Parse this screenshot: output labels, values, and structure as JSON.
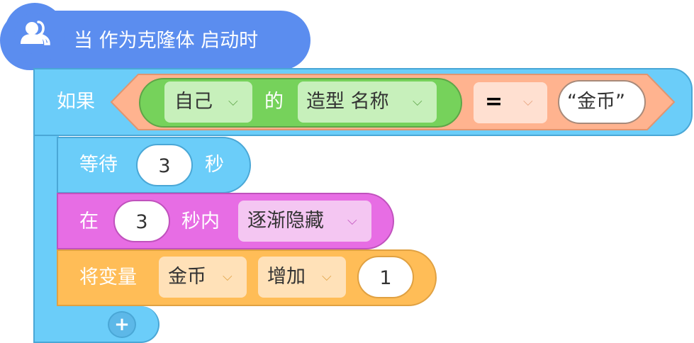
{
  "hat": {
    "label": "当 作为克隆体 启动时",
    "icon": "users-icon"
  },
  "if_block": {
    "label": "如果",
    "condition": {
      "left": {
        "subject": "自己",
        "of": "的",
        "property": "造型 名称"
      },
      "operator": "=",
      "right": "“金币”"
    },
    "add_icon": "+"
  },
  "wait_block": {
    "label": "等待",
    "value": "3",
    "unit": "秒"
  },
  "fade_block": {
    "label": "在",
    "value": "3",
    "unit": "秒内",
    "action": "逐渐隐藏"
  },
  "var_block": {
    "label": "将变量",
    "variable": "金币",
    "action": "增加",
    "value": "1"
  },
  "colors": {
    "hat": "#5b8def",
    "control": "#6bcdf9",
    "sensing": "#76d25b",
    "operator": "#ffb38f",
    "looks": "#e76de4",
    "variable": "#ffbd57"
  }
}
